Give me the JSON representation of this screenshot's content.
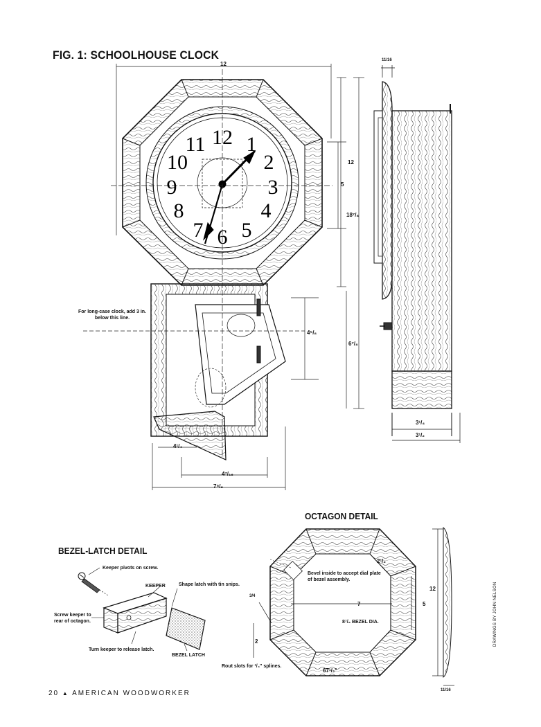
{
  "figure": {
    "title": "FIG. 1: SCHOOLHOUSE CLOCK",
    "note": "For long-case clock, add 3 in. below this line.",
    "dims": {
      "width_top": "12",
      "height_case": "12",
      "dial": "5",
      "overall": "18⁷/₈",
      "side_thick": "11/16",
      "window": "4⁵/₈",
      "lower": "6⁷/₈",
      "bottom_a": "4¹/₄",
      "bottom_b": "4⁷/₁₆",
      "bottom_c": "7⁵/₈",
      "depth_a": "3¹/₄",
      "depth_b": "3¹/₂"
    },
    "clock_numerals": [
      "12",
      "1",
      "2",
      "3",
      "4",
      "5",
      "6",
      "7",
      "8",
      "9",
      "10",
      "11"
    ]
  },
  "octagon": {
    "title": "OCTAGON DETAIL",
    "notes": {
      "bevel": "Bevel inside to accept dial plate of bezel assembly.",
      "bezel_dia": "8⁷/₈ BEZEL DIA.",
      "rout": "Rout slots for ¹/₄\" splines.",
      "angle": "67¹/₂°"
    },
    "dims": {
      "w7": "7",
      "h12": "12",
      "h5": "5",
      "d2": "2",
      "s3_4": "3/4",
      "s2_3": "2¹/₂",
      "t11_16": "11/16"
    }
  },
  "bezel_latch": {
    "title": "BEZEL-LATCH DETAIL",
    "notes": {
      "pivots": "Keeper pivots on screw.",
      "keeper": "KEEPER",
      "shape": "Shape latch with tin snips.",
      "screw": "Screw keeper to rear of octagon.",
      "turn": "Turn keeper to release latch.",
      "latch": "BEZEL LATCH"
    }
  },
  "footer": {
    "page": "20",
    "marker": "▲",
    "magazine": "AMERICAN WOODWORKER"
  },
  "credit": "DRAWINGS BY JOHN NELSON"
}
